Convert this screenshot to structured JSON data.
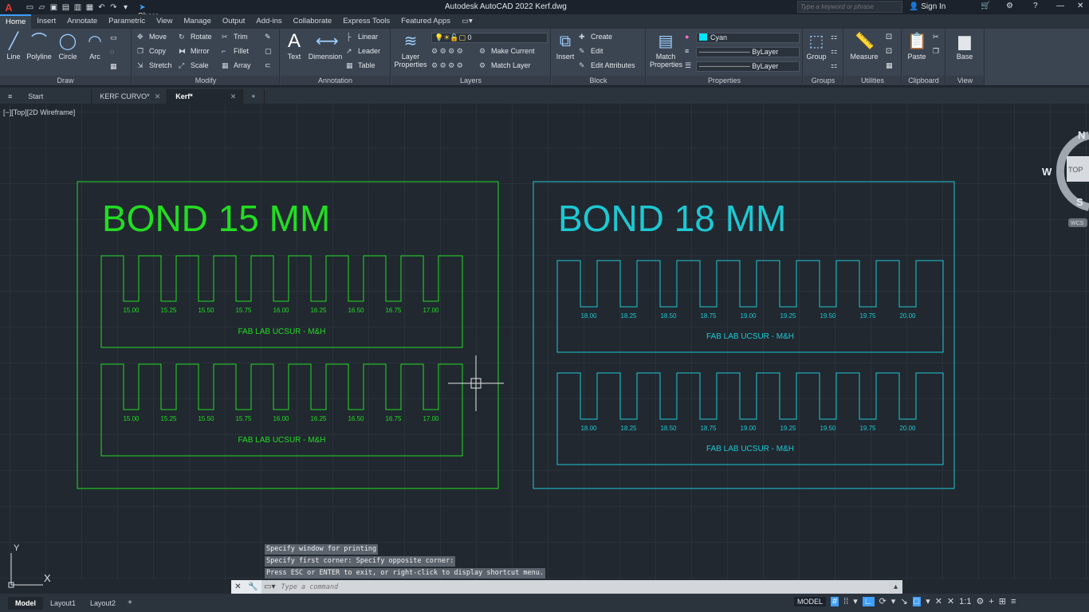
{
  "app": {
    "title": "Autodesk AutoCAD 2022   Kerf.dwg",
    "logo": "A",
    "share": "Share"
  },
  "search": {
    "placeholder": "Type a keyword or phrase"
  },
  "account": {
    "signin": "Sign In"
  },
  "ribbon_tabs": [
    "Home",
    "Insert",
    "Annotate",
    "Parametric",
    "View",
    "Manage",
    "Output",
    "Add-ins",
    "Collaborate",
    "Express Tools",
    "Featured Apps"
  ],
  "active_tab": "Home",
  "ribbon": {
    "draw": {
      "title": "Draw",
      "line": "Line",
      "polyline": "Polyline",
      "circle": "Circle",
      "arc": "Arc"
    },
    "modify": {
      "title": "Modify",
      "move": "Move",
      "rotate": "Rotate",
      "trim": "Trim",
      "copy": "Copy",
      "mirror": "Mirror",
      "fillet": "Fillet",
      "stretch": "Stretch",
      "scale": "Scale",
      "array": "Array"
    },
    "annotation": {
      "title": "Annotation",
      "text": "Text",
      "dimension": "Dimension",
      "linear": "Linear",
      "leader": "Leader",
      "table": "Table"
    },
    "layers": {
      "title": "Layers",
      "layer_properties": "Layer Properties",
      "current_layer": "0",
      "make_current": "Make Current",
      "match_layer": "Match Layer"
    },
    "block": {
      "title": "Block",
      "insert": "Insert",
      "create": "Create",
      "edit": "Edit",
      "edit_attributes": "Edit Attributes"
    },
    "properties": {
      "title": "Properties",
      "match": "Match Properties",
      "color": "Cyan",
      "linetype": "ByLayer",
      "lineweight": "ByLayer"
    },
    "groups": {
      "title": "Groups",
      "group": "Group"
    },
    "utilities": {
      "title": "Utilities",
      "measure": "Measure"
    },
    "clipboard": {
      "title": "Clipboard",
      "paste": "Paste"
    },
    "view": {
      "title": "View",
      "base": "Base"
    }
  },
  "doc_tabs": [
    "Start",
    "KERF CURVO*",
    "Kerf*"
  ],
  "active_doc": "Kerf*",
  "viewport_label": "[−][Top][2D Wireframe]",
  "drawing": {
    "left_title": "BOND 15 MM",
    "right_title": "BOND 18 MM",
    "left_values": [
      "15.00",
      "15.25",
      "15.50",
      "15.75",
      "16.00",
      "16.25",
      "16.50",
      "16.75",
      "17.00"
    ],
    "right_values": [
      "18.00",
      "18.25",
      "18.50",
      "18.75",
      "19.00",
      "19.25",
      "19.50",
      "19.75",
      "20.00"
    ],
    "label": "FAB LAB UCSUR - M&H",
    "left_color": "#22dd22",
    "right_color": "#1ec8d2"
  },
  "viewcube": {
    "n": "N",
    "w": "W",
    "s": "S",
    "top": "TOP",
    "wcs": "WCS"
  },
  "ucs": {
    "x": "X",
    "y": "Y"
  },
  "command_history": [
    "Specify window for printing",
    "Specify first corner: Specify opposite corner:",
    "Press ESC or ENTER to exit, or right-click to display shortcut menu."
  ],
  "command": {
    "placeholder": "Type a command"
  },
  "layout_tabs": [
    "Model",
    "Layout1",
    "Layout2"
  ],
  "status": {
    "model": "MODEL",
    "scale": "1:1"
  }
}
